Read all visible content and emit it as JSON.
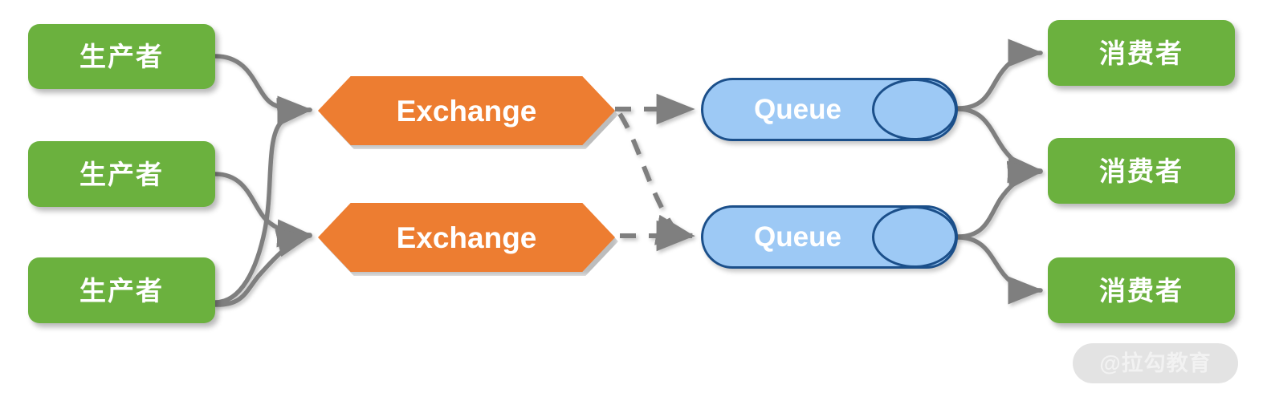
{
  "diagram": {
    "title": "RabbitMQ producer exchange queue consumer topology",
    "background_color": "#FFFFFF",
    "colors": {
      "green_node": "#6BB13E",
      "orange_node": "#ED7D31",
      "queue_fill": "#9DC9F5",
      "queue_stroke": "#1B4F8A",
      "connector": "#808080",
      "node_text": "#FFFFFF",
      "watermark_pill": "#E3E3E3",
      "watermark_text": "#F2F2F2"
    },
    "producers": [
      {
        "label": "生产者"
      },
      {
        "label": "生产者"
      },
      {
        "label": "生产者"
      }
    ],
    "exchanges": [
      {
        "label": "Exchange"
      },
      {
        "label": "Exchange"
      }
    ],
    "queues": [
      {
        "label": "Queue"
      },
      {
        "label": "Queue"
      }
    ],
    "consumers": [
      {
        "label": "消费者"
      },
      {
        "label": "消费者"
      },
      {
        "label": "消费者"
      }
    ],
    "connections": [
      {
        "from": "producer-1",
        "to": "exchange-1",
        "style": "solid-curve-arrow"
      },
      {
        "from": "producer-2",
        "to": "exchange-2",
        "style": "solid-curve-arrow"
      },
      {
        "from": "producer-3",
        "to": "exchange-1",
        "style": "solid-curve-arrow"
      },
      {
        "from": "producer-3",
        "to": "exchange-2",
        "style": "solid-curve-arrow"
      },
      {
        "from": "exchange-1",
        "to": "queue-1",
        "style": "dashed-arrow"
      },
      {
        "from": "exchange-1",
        "to": "queue-2",
        "style": "dashed-curve-arrow"
      },
      {
        "from": "exchange-2",
        "to": "queue-2",
        "style": "dashed-arrow"
      },
      {
        "from": "queue-1",
        "to": "consumer-1",
        "style": "solid-curve-arrow"
      },
      {
        "from": "queue-1",
        "to": "consumer-2",
        "style": "solid-curve-arrow"
      },
      {
        "from": "queue-2",
        "to": "consumer-2",
        "style": "solid-curve-arrow"
      },
      {
        "from": "queue-2",
        "to": "consumer-3",
        "style": "solid-curve-arrow"
      }
    ]
  },
  "watermark": {
    "label": "@拉勾教育"
  }
}
